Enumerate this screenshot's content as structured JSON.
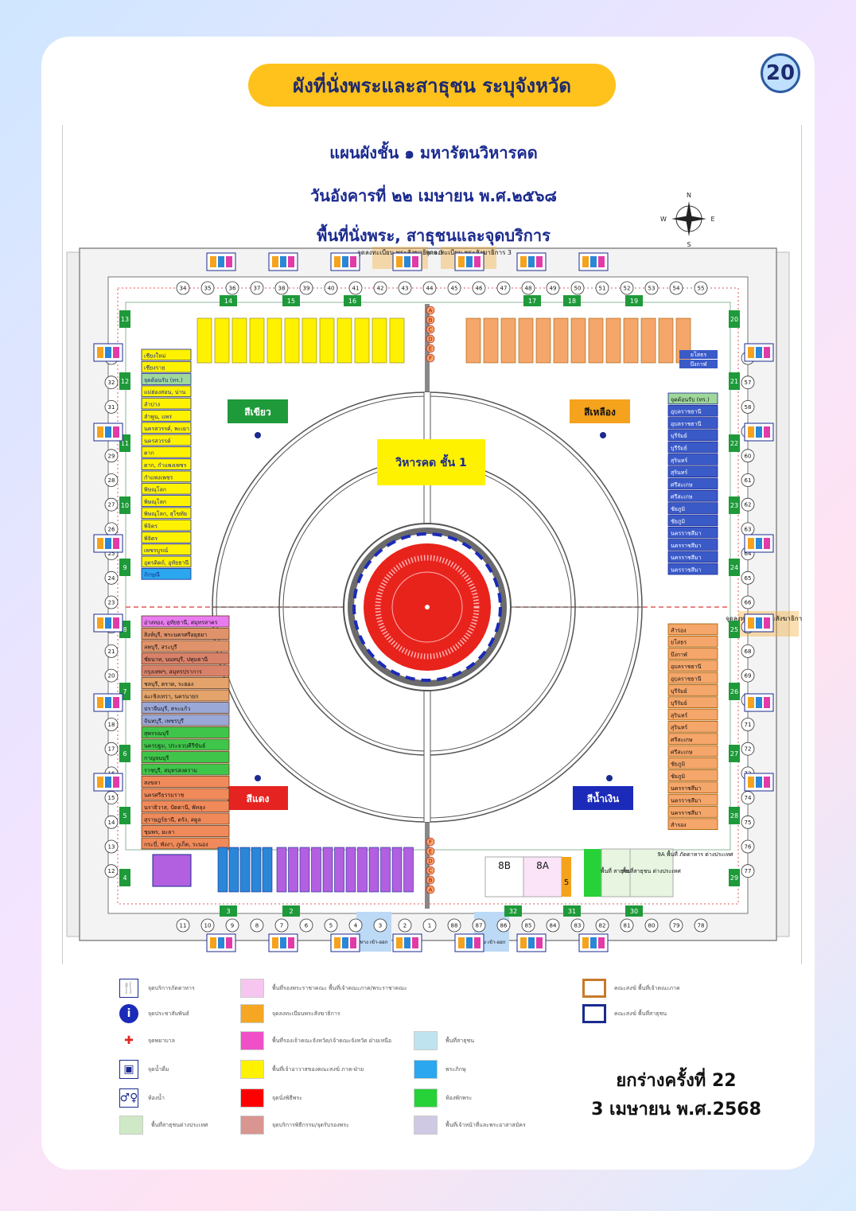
{
  "page": {
    "banner_title": "ผังที่นั่งพระและสาธุชน ระบุจังหวัด",
    "page_number": "20",
    "plan_title_1": "แผนผังชั้น ๑ มหารัตนวิหารคด",
    "plan_title_2": "วันอังคารที่ ๒๒ เมษายน พ.ศ.๒๕๖๘",
    "plan_title_3": "พื้นที่นั่งพระ, สาธุชนและจุดบริการ",
    "draft_line_1": "ยกร่างครั้งที่ 22",
    "draft_line_2": "3 เมษายน พ.ศ.2568"
  },
  "compass": {
    "n": "N",
    "s": "S",
    "e": "E",
    "w": "W"
  },
  "zones": {
    "green": {
      "label": "สีเขียว",
      "color": "#1e9a3a"
    },
    "yellow": {
      "label": "สีเหลือง",
      "color": "#f5a21c"
    },
    "red": {
      "label": "สีแดง",
      "color": "#e52421"
    },
    "blue": {
      "label": "สีน้ำเงิน",
      "color": "#1b2ab8"
    },
    "center": {
      "label": "วิหารคด ชั้น 1",
      "color": "#fff200"
    }
  },
  "registration": {
    "top_left": "จุดลงทะเบียน พระสังฆาธิการ 3",
    "top_right": "จุดลงทะเบียน พระสังฆาธิการ 3",
    "right": "จุดลงทะเบียน พระสังฆาธิการ 4"
  },
  "gates": {
    "left": "ทาง เข้า-ออก",
    "right": "ทาง เข้า-ออก"
  },
  "bottom_blocks": {
    "b8": "8B",
    "a8": "8A",
    "five": "5",
    "area1": "พื้นที่ สาธุชน",
    "area2": "พื้นที่สาธุชน ต่างประเทศ",
    "nine": "9A พื้นที่ ภัตตาหาร ต่างประเทศ"
  },
  "left_provinces_top": [
    "เชียงใหม่",
    "เชียงราย",
    "จุดต้อนรับ (ทร.)",
    "แม่ฮ่องสอน, น่าน",
    "ลำปาง",
    "ลำพูน, แพร่",
    "นครสวรรค์, พะเยา",
    "นครสวรรค์",
    "ตาก",
    "ตาก, กำแพงเพชร",
    "กำแพงเพชร",
    "พิษณุโลก",
    "พิษณุโลก",
    "พิษณุโลก, สุโขทัย",
    "พิจิตร",
    "พิจิตร",
    "เพชรบูรณ์",
    "อุตรดิตถ์, อุทัยธานี",
    "ภิกษุณี"
  ],
  "left_provinces_bottom": [
    "อ่างทอง, อุทัยธานี, สมุทรสาคร",
    "สิงห์บุรี, พระนครศรีอยุธยา",
    "ลพบุรี, สระบุรี",
    "ชัยนาท, นนทบุรี, ปทุมธานี",
    "กรุงเทพฯ, สมุทรปราการ",
    "ชลบุรี, ตราด, ระยอง",
    "ฉะเชิงเทรา, นครนายก",
    "ปราจีนบุรี, สระแก้ว",
    "จันทบุรี, เพชรบุรี",
    "สุพรรณบุรี",
    "นครปฐม, ประจวบคีรีขันธ์",
    "กาญจนบุรี",
    "ราชบุรี, สมุทรสงคราม",
    "สงขลา",
    "นครศรีธรรมราช",
    "นราธิวาส, ปัตตานี, พัทลุง",
    "สุราษฎร์ธานี, ตรัง, สตูล",
    "ชุมพร, ยะลา",
    "กระบี่, พังงา, ภูเก็ต, ระนอง"
  ],
  "right_provinces_top": [
    "จุดต้อนรับ (ทร.)",
    "อุบลราชธานี",
    "อุบลราชธานี",
    "บุรีรัมย์",
    "บุรีรัมย์",
    "สุรินทร์",
    "สุรินทร์",
    "ศรีสะเกษ",
    "ศรีสะเกษ",
    "ชัยภูมิ",
    "ชัยภูมิ",
    "นครราชสีมา",
    "นครราชสีมา",
    "นครราชสีมา",
    "นครราชสีมา"
  ],
  "right_provinces_bottom": [
    "สำรอง",
    "ยโสธร",
    "บึงกาฬ",
    "อุบลราชธานี",
    "อุบลราชธานี",
    "บุรีรัมย์",
    "บุรีรัมย์",
    "สุรินทร์",
    "สุรินทร์",
    "ศรีสะเกษ",
    "ศรีสะเกษ",
    "ชัยภูมิ",
    "ชัยภูมิ",
    "นครราชสีมา",
    "นครราชสีมา",
    "นครราชสีมา",
    "สำรอง"
  ],
  "top_right_extra": [
    "ยโสธร",
    "บึงกาฬ"
  ],
  "row_letters": [
    "A",
    "B",
    "C",
    "D",
    "E",
    "F"
  ],
  "numbers_top": [
    "34",
    "35",
    "36",
    "37",
    "38",
    "39",
    "40",
    "41",
    "42",
    "43",
    "44",
    "45",
    "46",
    "47",
    "48",
    "49",
    "50",
    "51",
    "52",
    "53",
    "54",
    "55"
  ],
  "numbers_left": [
    "33",
    "32",
    "31",
    "30",
    "29",
    "28",
    "27",
    "26",
    "25",
    "24",
    "23",
    "22",
    "21",
    "20",
    "19",
    "18",
    "17",
    "16",
    "15",
    "14",
    "13",
    "12"
  ],
  "numbers_right": [
    "56",
    "57",
    "58",
    "59",
    "60",
    "61",
    "62",
    "63",
    "64",
    "65",
    "66",
    "67",
    "68",
    "69",
    "70",
    "71",
    "72",
    "73",
    "74",
    "75",
    "76",
    "77"
  ],
  "numbers_bottom": [
    "11",
    "10",
    "9",
    "8",
    "7",
    "6",
    "5",
    "4",
    "3",
    "2",
    "1",
    "88",
    "87",
    "86",
    "85",
    "84",
    "83",
    "82",
    "81",
    "80",
    "79",
    "78"
  ],
  "green_tags_top": [
    "14",
    "15",
    "16",
    "17",
    "18",
    "19"
  ],
  "green_tags_left": [
    "13",
    "12",
    "11",
    "10",
    "9",
    "8",
    "7",
    "6",
    "5",
    "4"
  ],
  "green_tags_right": [
    "20",
    "21",
    "22",
    "23",
    "24",
    "25",
    "26",
    "27",
    "28",
    "29"
  ],
  "green_tags_bottom": [
    "3",
    "2",
    "32",
    "31",
    "30"
  ],
  "legend": [
    {
      "kind": "icon",
      "icon": "utensils-icon",
      "glyph": "🍴",
      "label": "จุดบริการภัตตาหาร"
    },
    {
      "kind": "icon",
      "icon": "info-icon",
      "glyph": "i",
      "label": "จุดประชาสัมพันธ์"
    },
    {
      "kind": "icon",
      "icon": "first-aid-icon",
      "glyph": "✚",
      "label": "จุดพยาบาล"
    },
    {
      "kind": "icon",
      "icon": "water-icon",
      "glyph": "▣",
      "label": "จุดน้ำดื่ม"
    },
    {
      "kind": "icon",
      "icon": "restroom-icon",
      "glyph": "♂♀",
      "label": "ห้องน้ำ"
    },
    {
      "kind": "swatch",
      "color": "#cfe8c5",
      "label": "พื้นที่สาธุชนต่างประเทศ"
    },
    {
      "kind": "swatch",
      "color": "#f7c6f0",
      "label": "พื้นที่รองพระราชาคณะ พื้นที่เจ้าคณะภาค/พระราชาคณะ"
    },
    {
      "kind": "swatch",
      "color": "#f5a623",
      "label": "จุดลงทะเบียนพระสังฆาธิการ"
    },
    {
      "kind": "swatch",
      "color": "#f04fc8",
      "label": "พื้นที่รองเจ้าคณะจังหวัด/เจ้าคณะจังหวัด ฝ่ายเหนือ"
    },
    {
      "kind": "swatch",
      "color": "#fff200",
      "label": "พื้นที่เจ้าอาวาสของคณะสงฆ์ ภาค-ฝ่าย"
    },
    {
      "kind": "swatch",
      "color": "#ff0000",
      "label": "จุดนั่งพิธีพระ"
    },
    {
      "kind": "swatch",
      "color": "#d99590",
      "label": "จุดบริการพิธีกรรม/จุดรับรองพระ"
    },
    {
      "kind": "swatch",
      "color": "#bfe3ef",
      "label": "พื้นที่สาธุชน"
    },
    {
      "kind": "swatch",
      "color": "#2aa7ee",
      "label": "พระภิกษุ"
    },
    {
      "kind": "swatch",
      "color": "#27d138",
      "label": "ห้องพักพระ"
    },
    {
      "kind": "swatch",
      "color": "#cfc9e3",
      "label": "พื้นที่เจ้าหน้าที่และพระอาสาสมัคร"
    },
    {
      "kind": "outline",
      "color": "#c77a2b",
      "label": "คณะสงฆ์ พื้นที่เจ้าคณะภาค"
    },
    {
      "kind": "outline",
      "color": "#1b2a8f",
      "label": "คณะสงฆ์ พื้นที่สาธุชน"
    }
  ]
}
